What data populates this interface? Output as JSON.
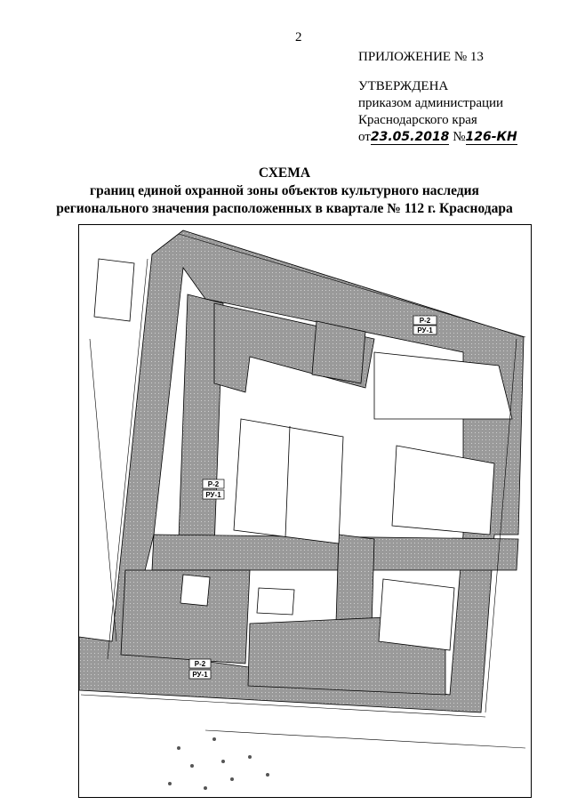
{
  "page_number": "2",
  "appendix": "ПРИЛОЖЕНИЕ № 13",
  "approval": {
    "line1": "УТВЕРЖДЕНА",
    "line2": "приказом администрации",
    "line3": "Краснодарского края",
    "date_prefix": "от",
    "date": "23.05.2018",
    "number_prefix": "№",
    "number": "126-КН"
  },
  "title": {
    "main": "СХЕМА",
    "line2": "границ единой охранной зоны объектов культурного наследия",
    "line3": "регионального значения расположенных в квартале № 112 г. Краснодара"
  },
  "map": {
    "zone_labels": [
      {
        "top": "Р-2",
        "bottom": "РУ-1"
      },
      {
        "top": "Р-2",
        "bottom": "РУ-1"
      },
      {
        "top": "Р-2",
        "bottom": "РУ-1"
      }
    ],
    "colors": {
      "zone": "#9a9a9a",
      "line": "#000000"
    }
  }
}
